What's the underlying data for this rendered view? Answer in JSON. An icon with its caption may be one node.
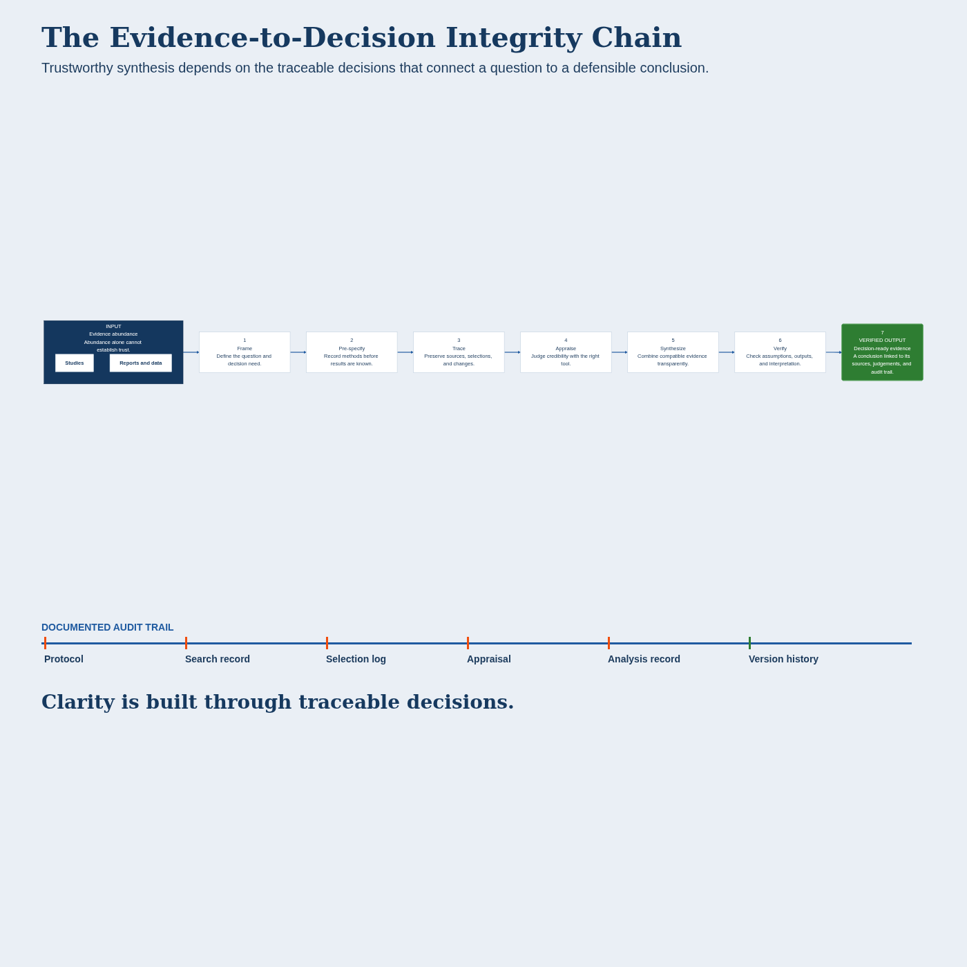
{
  "diagram": {
    "title": "The Evidence-to-Decision Integrity Chain",
    "caption": "Clarity is built through traceable decisions.",
    "nodes": [
      {
        "text": [
          "INPUT",
          "Evidence abundance",
          "Abundance alone cannot establish trust."
        ]
      },
      {
        "text": [
          "Studies"
        ],
        "in": 0
      },
      {
        "text": [
          "Reports and data"
        ],
        "in": 0
      },
      {
        "text": [
          "1",
          "Frame",
          "Define the question and decision need."
        ]
      },
      {
        "text": [
          "2",
          "Pre-specify",
          "Record methods before results are known."
        ]
      },
      {
        "text": [
          "3",
          "Trace",
          "Preserve sources, selections, and changes."
        ]
      },
      {
        "text": [
          "4",
          "Appraise",
          "Judge credibility with the right tool."
        ]
      },
      {
        "text": [
          "5",
          "Synthesize",
          "Combine compatible evidence transparently."
        ]
      },
      {
        "text": [
          "6",
          "Verify",
          "Check assumptions, outputs, and interpretation."
        ]
      },
      {
        "text": [
          "7",
          "VERIFIED OUTPUT",
          "Decision-ready evidence",
          "A conclusion linked to its sources, judgements, and audit trail."
        ]
      }
    ],
    "edges": [
      {
        "from": 0,
        "to": 3,
        "arrow": "to"
      },
      {
        "from": 3,
        "to": 4,
        "arrow": "to"
      },
      {
        "from": 4,
        "to": 5,
        "arrow": "to"
      },
      {
        "from": 5,
        "to": 6,
        "arrow": "to"
      },
      {
        "from": 6,
        "to": 7,
        "arrow": "to"
      },
      {
        "from": 7,
        "to": 8,
        "arrow": "to"
      },
      {
        "from": 8,
        "to": 9,
        "arrow": "to"
      }
    ],
    "labels": [
      "Trustworthy synthesis depends on the traceable decisions that connect a question to a defensible conclusion.",
      "DOCUMENTED AUDIT TRAIL",
      "Protocol",
      "Search record",
      "Selection log",
      "Appraisal",
      "Analysis record",
      "Version history"
    ]
  }
}
